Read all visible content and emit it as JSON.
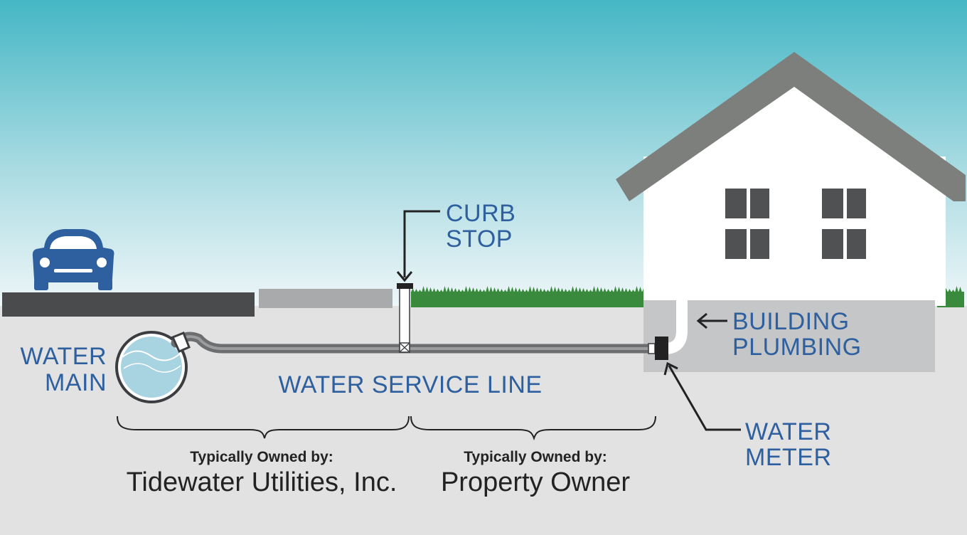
{
  "colors": {
    "sky_top": "#45b7c5",
    "sky_bottom": "#eef6f8",
    "ground": "#e2e2e2",
    "road": "#4a4b4d",
    "sidewalk": "#a9aaac",
    "grass": "#3a8a3e",
    "house_wall": "#ffffff",
    "roof": "#7d7f7c",
    "window": "#505153",
    "basement": "#c5c6c8",
    "pipe": "#6d6e70",
    "label_blue": "#2e5f9e",
    "car": "#2e5f9e"
  },
  "labels": {
    "curb_stop": [
      "CURB",
      "STOP"
    ],
    "water_main": [
      "WATER",
      "MAIN"
    ],
    "building_plumbing": [
      "BUILDING",
      "PLUMBING"
    ],
    "water_meter": [
      "WATER",
      "METER"
    ],
    "water_service_line": "WATER SERVICE LINE"
  },
  "ownership": [
    {
      "heading": "Typically Owned by:",
      "owner": "Tidewater Utilities, Inc."
    },
    {
      "heading": "Typically Owned by:",
      "owner": "Property Owner"
    }
  ],
  "icons": {
    "car": "car-icon",
    "house": "house-icon",
    "water_main": "water-main-pipe-icon",
    "curb_stop": "curb-stop-valve-icon",
    "water_meter": "water-meter-icon"
  }
}
